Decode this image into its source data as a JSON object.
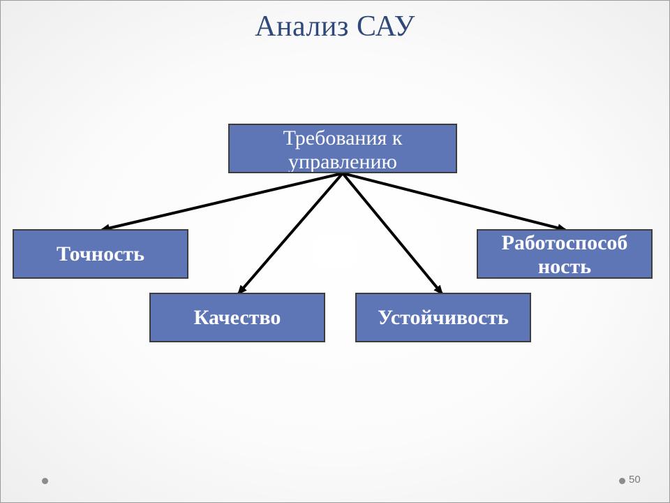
{
  "slide": {
    "title": "Анализ САУ",
    "page_number": "50"
  },
  "diagram": {
    "root": {
      "line1": "Требования к",
      "line2": "управлению"
    },
    "children": {
      "accuracy": "Точность",
      "performance_line1": "Работоспособ",
      "performance_line2": "ность",
      "quality": "Качество",
      "stability": "Устойчивость"
    }
  },
  "colors": {
    "box_fill": "#5e76b6",
    "box_border": "#3d3d3d",
    "title_color": "#2f4a7a",
    "arrow_color": "#000000"
  }
}
